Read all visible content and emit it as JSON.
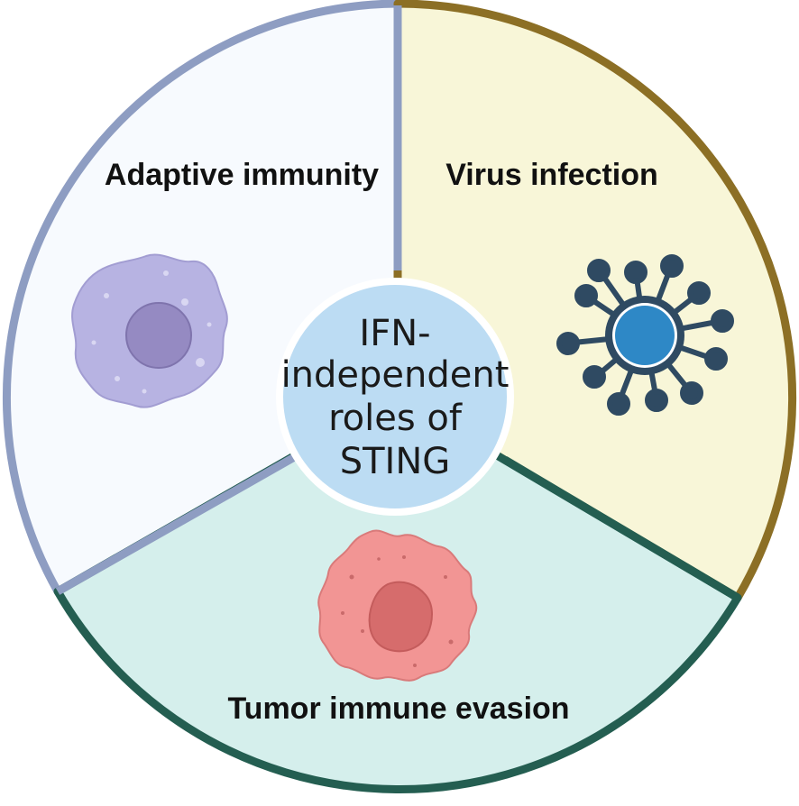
{
  "center": {
    "lines": [
      "IFN-",
      "independent",
      "roles of",
      "STING"
    ],
    "fill": "#bcdcf3"
  },
  "segments": [
    {
      "label": "Adaptive immunity",
      "fill": "#f7fafe",
      "stroke": "#8e9dc2",
      "icon": "immune-cell-icon"
    },
    {
      "label": "Virus infection",
      "fill": "#f8f6d8",
      "stroke": "#8c6f25",
      "icon": "virus-icon"
    },
    {
      "label": "Tumor immune evasion",
      "fill": "#d5efec",
      "stroke": "#245e51",
      "icon": "tumor-cell-icon"
    }
  ]
}
